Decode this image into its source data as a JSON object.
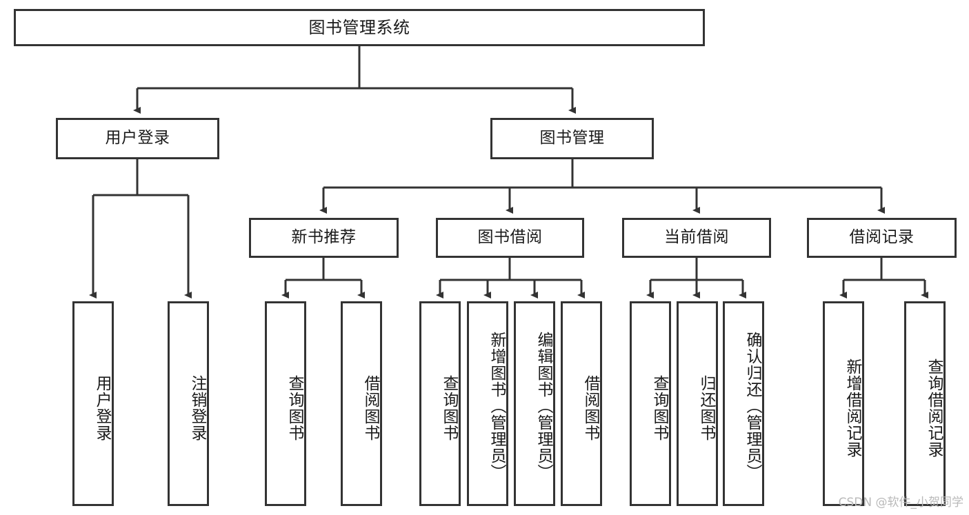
{
  "diagram": {
    "title": "图书管理系统",
    "type": "tree-hierarchy",
    "root": "图书管理系统",
    "level2": [
      {
        "id": "user-login",
        "label": "用户登录"
      },
      {
        "id": "book-management",
        "label": "图书管理"
      }
    ],
    "level3": [
      {
        "id": "new-book-recommend",
        "label": "新书推荐",
        "parent": "book-management"
      },
      {
        "id": "book-borrow",
        "label": "图书借阅",
        "parent": "book-management"
      },
      {
        "id": "current-borrow",
        "label": "当前借阅",
        "parent": "book-management"
      },
      {
        "id": "borrow-record",
        "label": "借阅记录",
        "parent": "book-management"
      }
    ],
    "leaves": {
      "user_login": [
        {
          "id": "leaf-user-login",
          "label": "用户登录"
        },
        {
          "id": "leaf-logout-login",
          "label": "注销登录"
        }
      ],
      "new_book_recommend": [
        {
          "id": "leaf-query-book-1",
          "label": "查询图书"
        },
        {
          "id": "leaf-borrow-book-1",
          "label": "借阅图书"
        }
      ],
      "book_borrow": [
        {
          "id": "leaf-query-book-2",
          "label": "查询图书"
        },
        {
          "id": "leaf-add-book",
          "label": "新增图书（管理员）"
        },
        {
          "id": "leaf-edit-book",
          "label": "编辑图书（管理员）"
        },
        {
          "id": "leaf-borrow-book-2",
          "label": "借阅图书"
        }
      ],
      "current_borrow": [
        {
          "id": "leaf-query-book-3",
          "label": "查询图书"
        },
        {
          "id": "leaf-return-book",
          "label": "归还图书"
        },
        {
          "id": "leaf-confirm-return",
          "label": "确认归还（管理员）"
        }
      ],
      "borrow_record": [
        {
          "id": "leaf-add-record",
          "label": "新增借阅记录"
        },
        {
          "id": "leaf-query-record",
          "label": "查询借阅记录"
        }
      ]
    },
    "colors": {
      "stroke": "#333333",
      "fill": "#ffffff",
      "text": "#1a1a1a",
      "watermark": "#b9b9b9"
    }
  },
  "watermark": "CSDN @软件_小贺同学"
}
